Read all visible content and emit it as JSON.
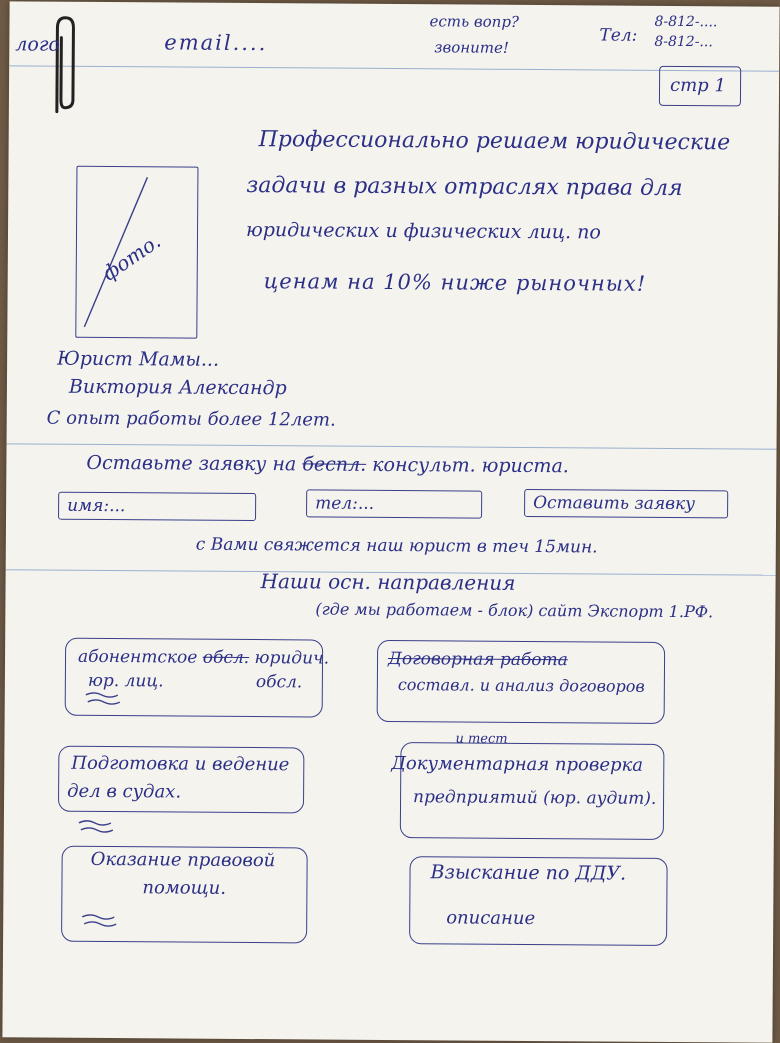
{
  "header": {
    "logo": "лого",
    "email": "email....",
    "call_line1": "есть вопр?",
    "call_line2": "звоните!",
    "phone_label": "Тел:",
    "phone1": "8-812-....",
    "phone2": "8-812-...",
    "page_label": "стр 1"
  },
  "hero": {
    "photo_label": "фото.",
    "line1": "Профессионально решаем юридические",
    "line2": "задачи в разных отраслях права для",
    "line3": "юридических и физических лиц. по",
    "line4": "ценам на 10% ниже рыночных!",
    "name1": "Юрист Мамы...",
    "name2": "Виктория Александр",
    "experience": "С опыт работы более 12лет."
  },
  "form": {
    "title_pre": "Оставьте заявку на",
    "title_strike": "беспл.",
    "title_post": "консульт. юриста.",
    "name_placeholder": "имя:...",
    "phone_placeholder": "тел:...",
    "submit_label": "Оставить заявку",
    "note": "с Вами свяжется наш юрист в теч 15мин."
  },
  "services": {
    "title": "Наши осн. направления",
    "subtitle": "(где мы работаем - блок) сайт Экспорт 1.РФ.",
    "items": [
      {
        "line1_a": "абонентское",
        "line1_strike": "обсл.",
        "line1_b": "юридич.",
        "line2_a": "юр. лиц.",
        "line2_b": "обсл."
      },
      {
        "line1_strike": "Договорная работа",
        "line2": "составл. и анализ договоров"
      },
      {
        "line1": "Подготовка и ведение",
        "line2": "дел в судах."
      },
      {
        "above": "и тест",
        "line1": "Документарная проверка",
        "line2": "предприятий (юр. аудит)."
      },
      {
        "line1": "Оказание правовой",
        "line2": "помощи."
      },
      {
        "line1": "Взыскание по ДДУ.",
        "line2": "описание"
      }
    ]
  }
}
